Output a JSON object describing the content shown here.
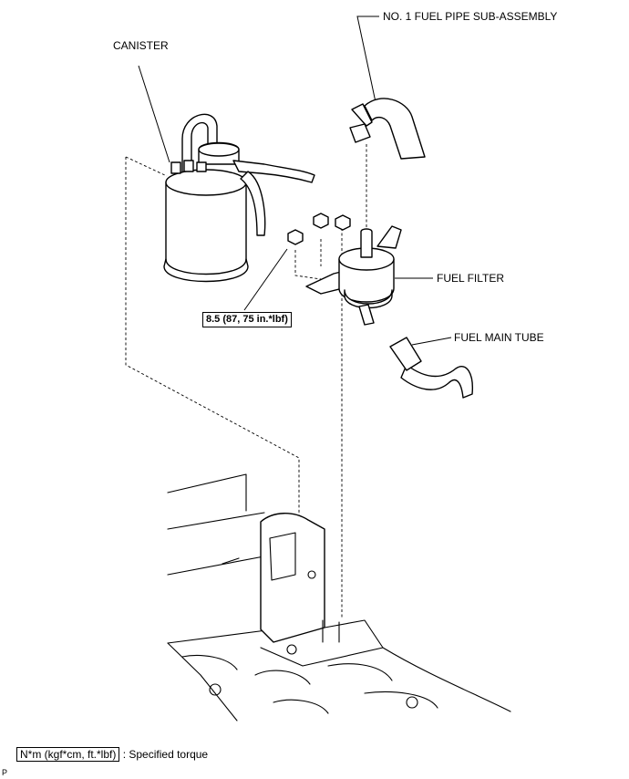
{
  "labels": {
    "fuel_pipe": "NO. 1 FUEL PIPE SUB-ASSEMBLY",
    "canister": "CANISTER",
    "fuel_filter": "FUEL FILTER",
    "fuel_main_tube": "FUEL MAIN TUBE",
    "torque_value": "8.5 (87, 75 in.*lbf)"
  },
  "legend": {
    "unit_box": "N*m (kgf*cm, ft.*lbf)",
    "description": ": Specified torque"
  },
  "corner_mark": "P"
}
